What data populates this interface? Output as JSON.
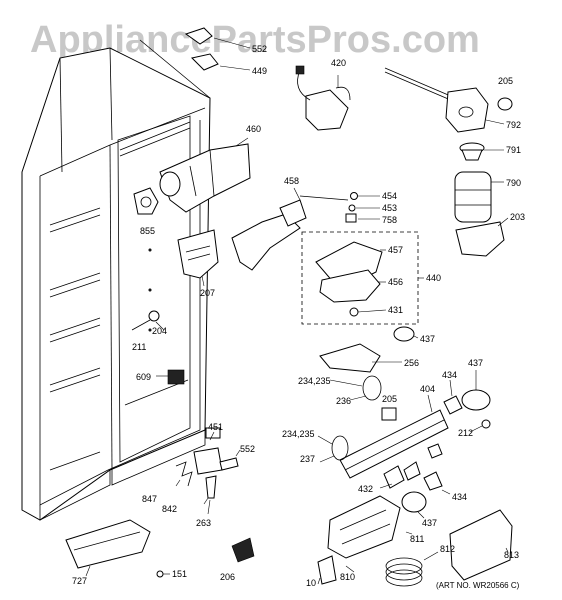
{
  "watermark": "AppliancePartsPros.com",
  "art_number": "(ART NO. WR20566 C)",
  "callouts": {
    "c552a": "552",
    "c449": "449",
    "c420": "420",
    "c205a": "205",
    "c792": "792",
    "c791": "791",
    "c790": "790",
    "c203": "203",
    "c460": "460",
    "c458": "458",
    "c454": "454",
    "c453": "453",
    "c758": "758",
    "c457": "457",
    "c456": "456",
    "c440": "440",
    "c431": "431",
    "c855": "855",
    "c207": "207",
    "c204": "204",
    "c211": "211",
    "c437a": "437",
    "c256": "256",
    "c609": "609",
    "c234a": "234,235",
    "c236": "236",
    "c205b": "205",
    "c404": "404",
    "c434a": "434",
    "c437b": "437",
    "c212": "212",
    "c451": "451",
    "c552b": "552",
    "c234b": "234,235",
    "c237": "237",
    "c847": "847",
    "c842": "842",
    "c263": "263",
    "c432": "432",
    "c434b": "434",
    "c437c": "437",
    "c811": "811",
    "c812": "812",
    "c813": "813",
    "c727": "727",
    "c151": "151",
    "c206": "206",
    "c10": "10",
    "c810": "810"
  }
}
